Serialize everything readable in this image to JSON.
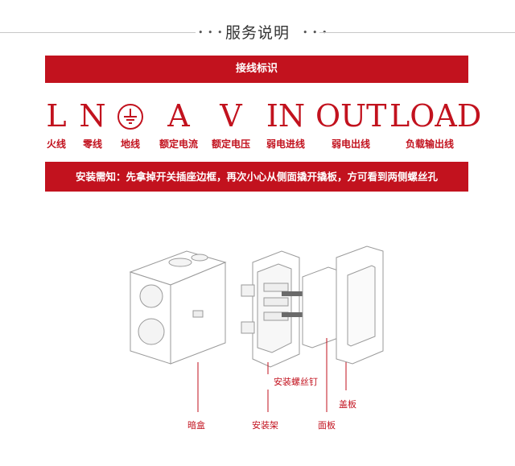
{
  "header": {
    "title": "服务说明"
  },
  "banner_top": {
    "text": "接线标识"
  },
  "symbols": [
    {
      "symbol": "L",
      "label": "火线"
    },
    {
      "symbol": "N",
      "label": "零线"
    },
    {
      "symbol": "",
      "label": "地线",
      "icon": "ground-icon"
    },
    {
      "symbol": "A",
      "label": "额定电流"
    },
    {
      "symbol": "V",
      "label": "额定电压"
    },
    {
      "symbol": "IN",
      "label": "弱电进线"
    },
    {
      "symbol": "OUT",
      "label": "弱电出线"
    },
    {
      "symbol": "LOAD",
      "label": "负载输出线"
    }
  ],
  "banner_notice": {
    "text": "安装需知：先拿掉开关插座边框，再次小心从侧面撬开撬板，方可看到两侧螺丝孔"
  },
  "diagram": {
    "labels": {
      "screw": "安装螺丝钉",
      "cover": "盖板",
      "box": "暗盒",
      "bracket": "安装架",
      "panel": "面板"
    }
  },
  "colors": {
    "accent": "#c2121e",
    "line": "#c8c8c8"
  }
}
